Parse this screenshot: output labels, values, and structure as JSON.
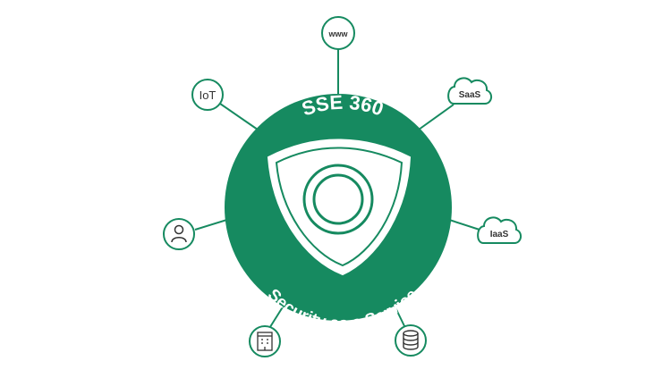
{
  "diagram": {
    "title": "SSE 360",
    "subtitle": "Security as a Service",
    "colors": {
      "primary": "#168a60",
      "line": "#168a60",
      "background": "#ffffff",
      "text_on_primary": "#ffffff"
    },
    "nodes": [
      {
        "id": "www",
        "label": "www",
        "icon": "globe-web-icon"
      },
      {
        "id": "saas",
        "label": "SaaS",
        "icon": "cloud-icon"
      },
      {
        "id": "iaas",
        "label": "IaaS",
        "icon": "cloud-icon"
      },
      {
        "id": "database",
        "label": "",
        "icon": "database-icon"
      },
      {
        "id": "building",
        "label": "",
        "icon": "building-icon"
      },
      {
        "id": "user",
        "label": "",
        "icon": "user-icon"
      },
      {
        "id": "iot",
        "label": "IoT",
        "icon": "iot-icon"
      }
    ]
  }
}
